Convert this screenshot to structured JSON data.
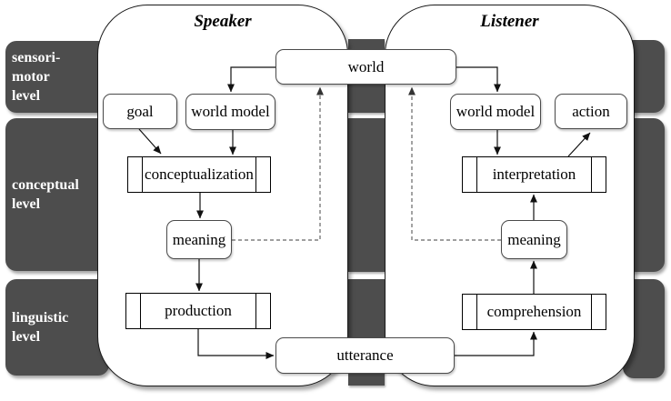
{
  "titles": {
    "speaker": "Speaker",
    "listener": "Listener"
  },
  "levels": [
    {
      "label": "sensori-motor level",
      "lines": [
        "sensori-",
        "motor",
        "level"
      ]
    },
    {
      "label": "conceptual level",
      "lines": [
        "conceptual",
        "level"
      ]
    },
    {
      "label": "linguistic level",
      "lines": [
        "linguistic",
        "level"
      ]
    }
  ],
  "nodes": {
    "world": "world",
    "goal": "goal",
    "world_model_speaker": "world model",
    "conceptualization": "conceptualization",
    "meaning_speaker": "meaning",
    "production": "production",
    "utterance": "utterance",
    "world_model_listener": "world model",
    "interpretation": "interpretation",
    "meaning_listener": "meaning",
    "comprehension": "comprehension",
    "action": "action"
  },
  "edges": [
    {
      "from": "world",
      "to": "world_model_speaker",
      "style": "solid"
    },
    {
      "from": "world",
      "to": "world_model_listener",
      "style": "solid"
    },
    {
      "from": "goal",
      "to": "conceptualization",
      "style": "solid"
    },
    {
      "from": "world_model_speaker",
      "to": "conceptualization",
      "style": "solid"
    },
    {
      "from": "conceptualization",
      "to": "meaning_speaker",
      "style": "solid"
    },
    {
      "from": "meaning_speaker",
      "to": "production",
      "style": "solid"
    },
    {
      "from": "production",
      "to": "utterance",
      "style": "solid"
    },
    {
      "from": "utterance",
      "to": "comprehension",
      "style": "solid"
    },
    {
      "from": "comprehension",
      "to": "meaning_listener",
      "style": "solid"
    },
    {
      "from": "meaning_listener",
      "to": "interpretation",
      "style": "solid"
    },
    {
      "from": "world_model_listener",
      "to": "interpretation",
      "style": "solid"
    },
    {
      "from": "interpretation",
      "to": "action",
      "style": "solid"
    },
    {
      "from": "meaning_speaker",
      "to": "world",
      "style": "dashed"
    },
    {
      "from": "meaning_listener",
      "to": "world",
      "style": "dashed"
    }
  ],
  "colors": {
    "level_bg": "#4d4d4d",
    "level_text": "#ffffff",
    "panel_border": "#1a1a1a",
    "node_border": "#4a4a4a",
    "arrow": "#111111",
    "dashed_arrow": "#666666"
  }
}
